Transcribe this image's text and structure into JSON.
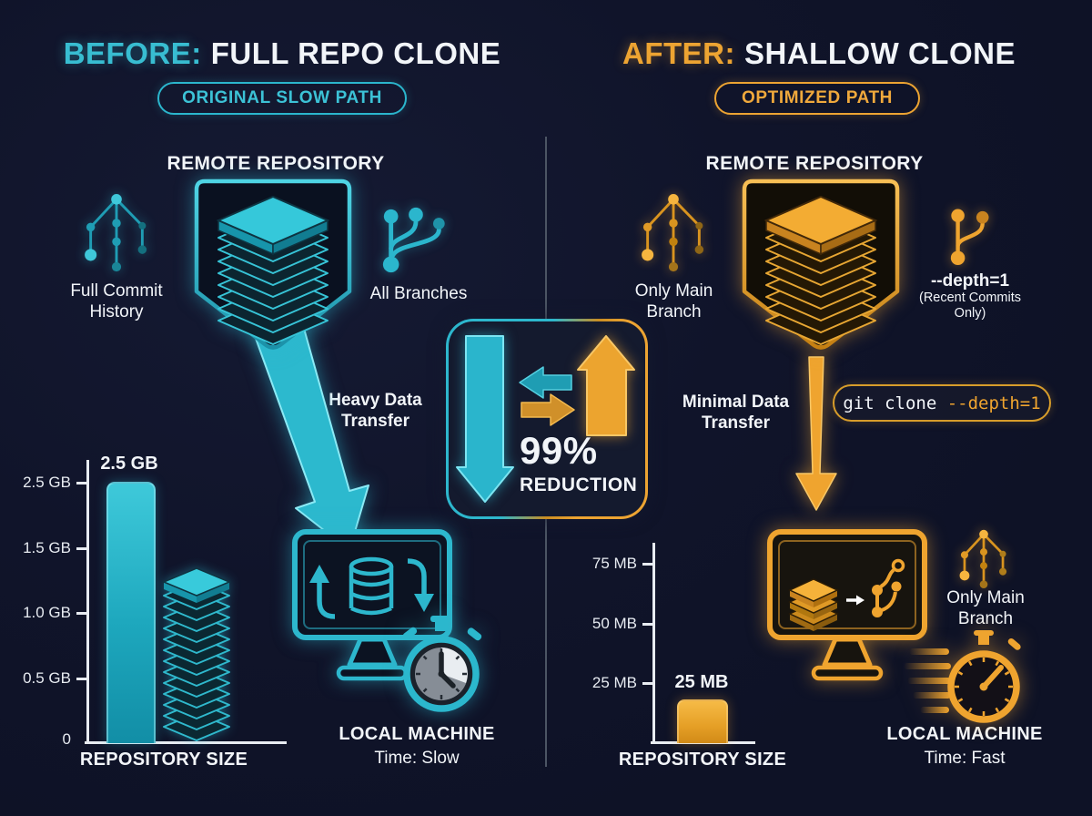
{
  "colors": {
    "background": "#10142a",
    "cyan": "#2bb6cd",
    "orange": "#eda432",
    "white": "#f2f5f9",
    "divider": "#4c5564"
  },
  "left": {
    "title_accent": "BEFORE:",
    "title_main": "FULL REPO CLONE",
    "badge": "ORIGINAL SLOW PATH",
    "remote_title": "REMOTE REPOSITORY",
    "commit_history": "Full Commit\nHistory",
    "all_branches": "All Branches",
    "transfer": "Heavy Data\nTransfer",
    "local_machine": "LOCAL MACHINE",
    "time": "Time: Slow",
    "chart": {
      "bar_value_label": "2.5 GB",
      "ticks": [
        "2.5 GB",
        "1.5 GB",
        "1.0 GB",
        "0.5 GB",
        "0"
      ],
      "axis_title": "REPOSITORY SIZE"
    }
  },
  "center": {
    "percent": "99%",
    "caption": "REDUCTION"
  },
  "right": {
    "title_accent": "AFTER:",
    "title_main": "SHALLOW CLONE",
    "badge": "OPTIMIZED PATH",
    "remote_title": "REMOTE REPOSITORY",
    "only_main_branch": "Only Main\nBranch",
    "depth_flag": "--depth=1",
    "depth_note": "(Recent Commits\nOnly)",
    "transfer": "Minimal Data\nTransfer",
    "command_prefix": "git clone ",
    "command_flag": "--depth=1",
    "local_only_main": "Only Main\nBranch",
    "local_machine": "LOCAL MACHINE",
    "time": "Time: Fast",
    "chart": {
      "bar_value_label": "25 MB",
      "ticks": [
        "75 MB",
        "50 MB",
        "25 MB"
      ],
      "axis_title": "REPOSITORY SIZE"
    }
  },
  "chart_data": [
    {
      "type": "bar",
      "title": "REPOSITORY SIZE",
      "side": "before (full clone)",
      "categories": [
        "Full repo clone"
      ],
      "values": [
        2.5
      ],
      "unit": "GB",
      "bar_label": "2.5 GB",
      "ytick_labels": [
        "0",
        "0.5 GB",
        "1.0 GB",
        "1.5 GB",
        "2.5 GB"
      ],
      "ylim": [
        0,
        2.5
      ],
      "grid": false,
      "bar_color": "#2bb6cd"
    },
    {
      "type": "bar",
      "title": "REPOSITORY SIZE",
      "side": "after (shallow clone)",
      "categories": [
        "Shallow clone"
      ],
      "values": [
        25
      ],
      "unit": "MB",
      "bar_label": "25 MB",
      "ytick_labels": [
        "25 MB",
        "50 MB",
        "75 MB"
      ],
      "ylim": [
        0,
        85
      ],
      "grid": false,
      "bar_color": "#eda432"
    }
  ]
}
